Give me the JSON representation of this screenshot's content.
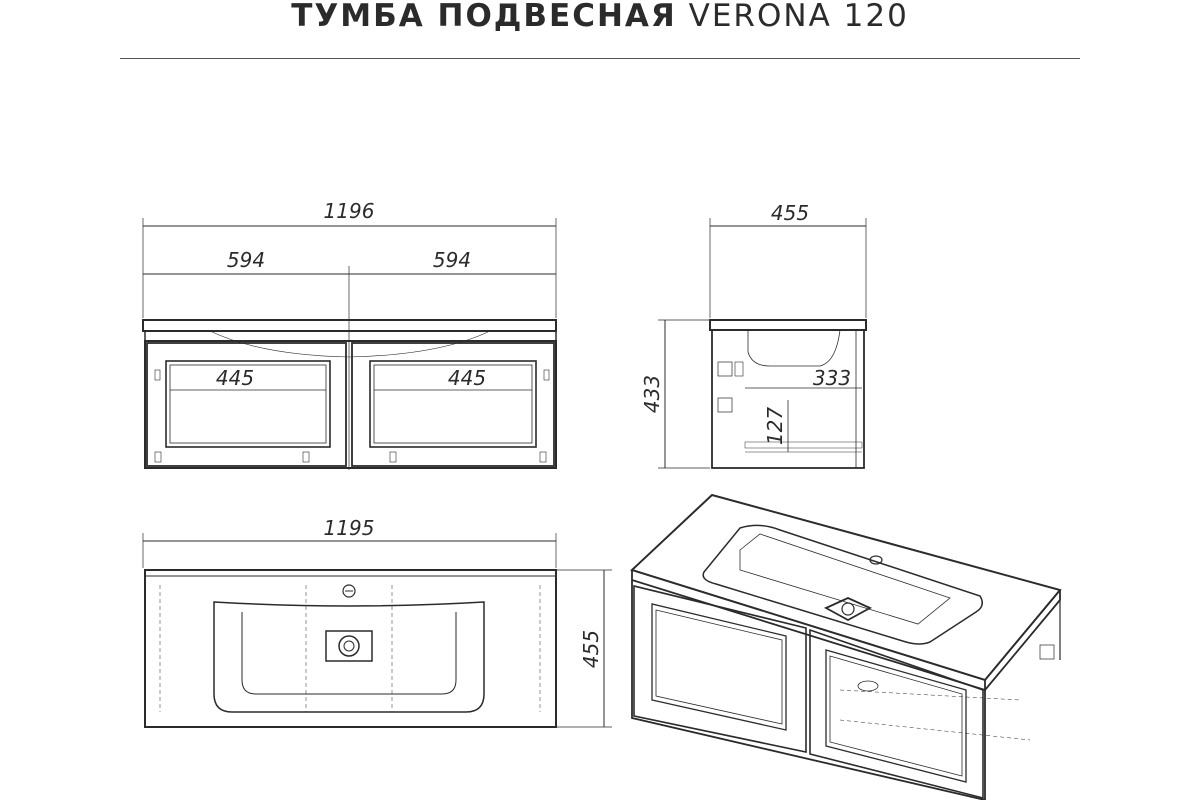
{
  "title": {
    "bold": "ТУМБА ПОДВЕСНАЯ",
    "model": "VERONA 120"
  },
  "dimensions": {
    "front_total_width": "1196",
    "front_left_section": "594",
    "front_right_section": "594",
    "front_left_drawer_inner": "445",
    "front_right_drawer_inner": "445",
    "side_depth": "455",
    "side_height": "433",
    "side_inner_depth": "333",
    "side_inner_height": "127",
    "top_width": "1195",
    "top_depth": "455"
  }
}
